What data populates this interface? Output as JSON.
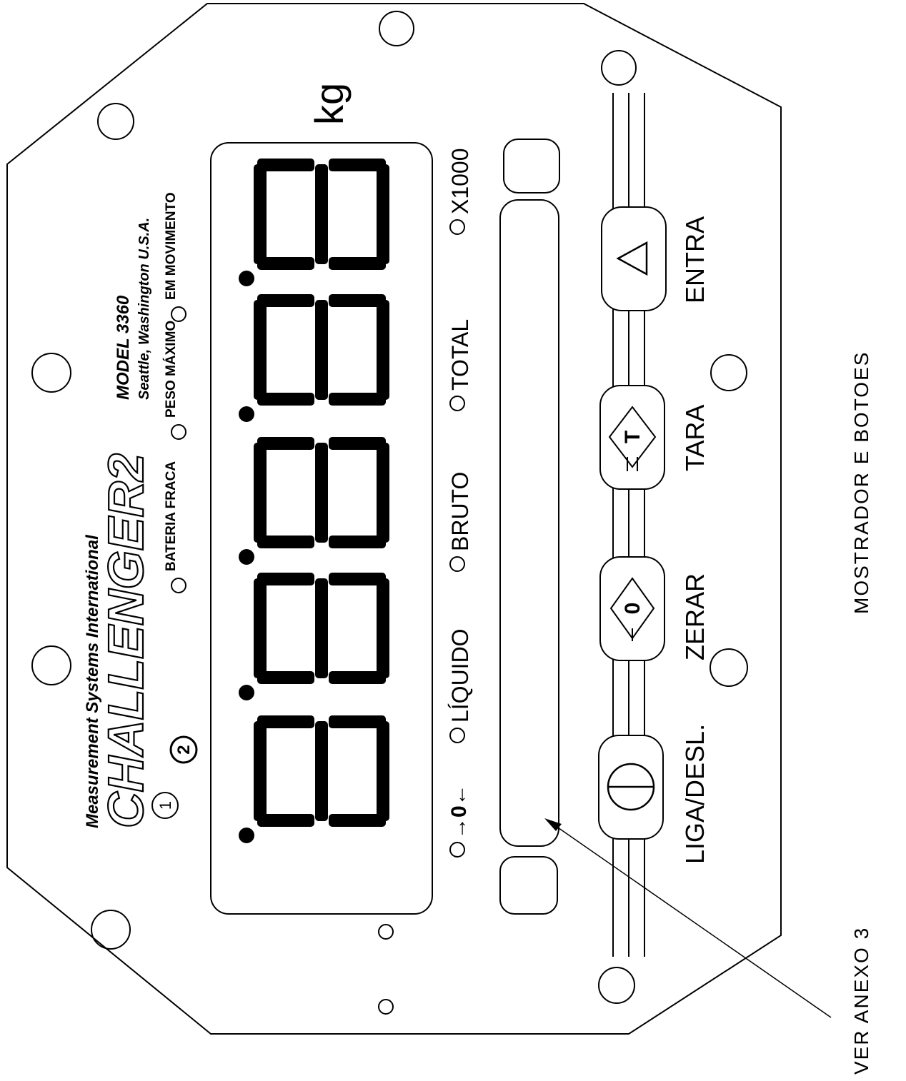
{
  "brand": {
    "company": "Measurement Systems International",
    "logo_text": "CHALLENGER2",
    "model": "MODEL 3360",
    "location": "Seattle, Washington U.S.A.",
    "channel_1": "1",
    "channel_2": "2"
  },
  "display": {
    "unit": "kg",
    "digits": [
      "8.",
      "8.",
      "8.",
      "8.",
      "8."
    ]
  },
  "indicators_top": [
    "BATERIA FRACA",
    "PESO MÁXIMO",
    "EM MOVIMENTO"
  ],
  "indicators_bottom": [
    "→0←",
    "LÍQUIDO",
    "BRUTO",
    "TOTAL",
    "X1000"
  ],
  "buttons": [
    {
      "label": "LIGA/DESL.",
      "icon": "power-icon"
    },
    {
      "label": "ZERAR",
      "icon": "zero-diamond-icon",
      "glyph": "0"
    },
    {
      "label": "TARA",
      "icon": "tare-diamond-icon",
      "glyph": "T"
    },
    {
      "label": "ENTRA",
      "icon": "triangle-icon"
    }
  ],
  "captions": {
    "figure": "MOSTRADOR E BOTOES",
    "reference": "VER ANEXO 3"
  }
}
